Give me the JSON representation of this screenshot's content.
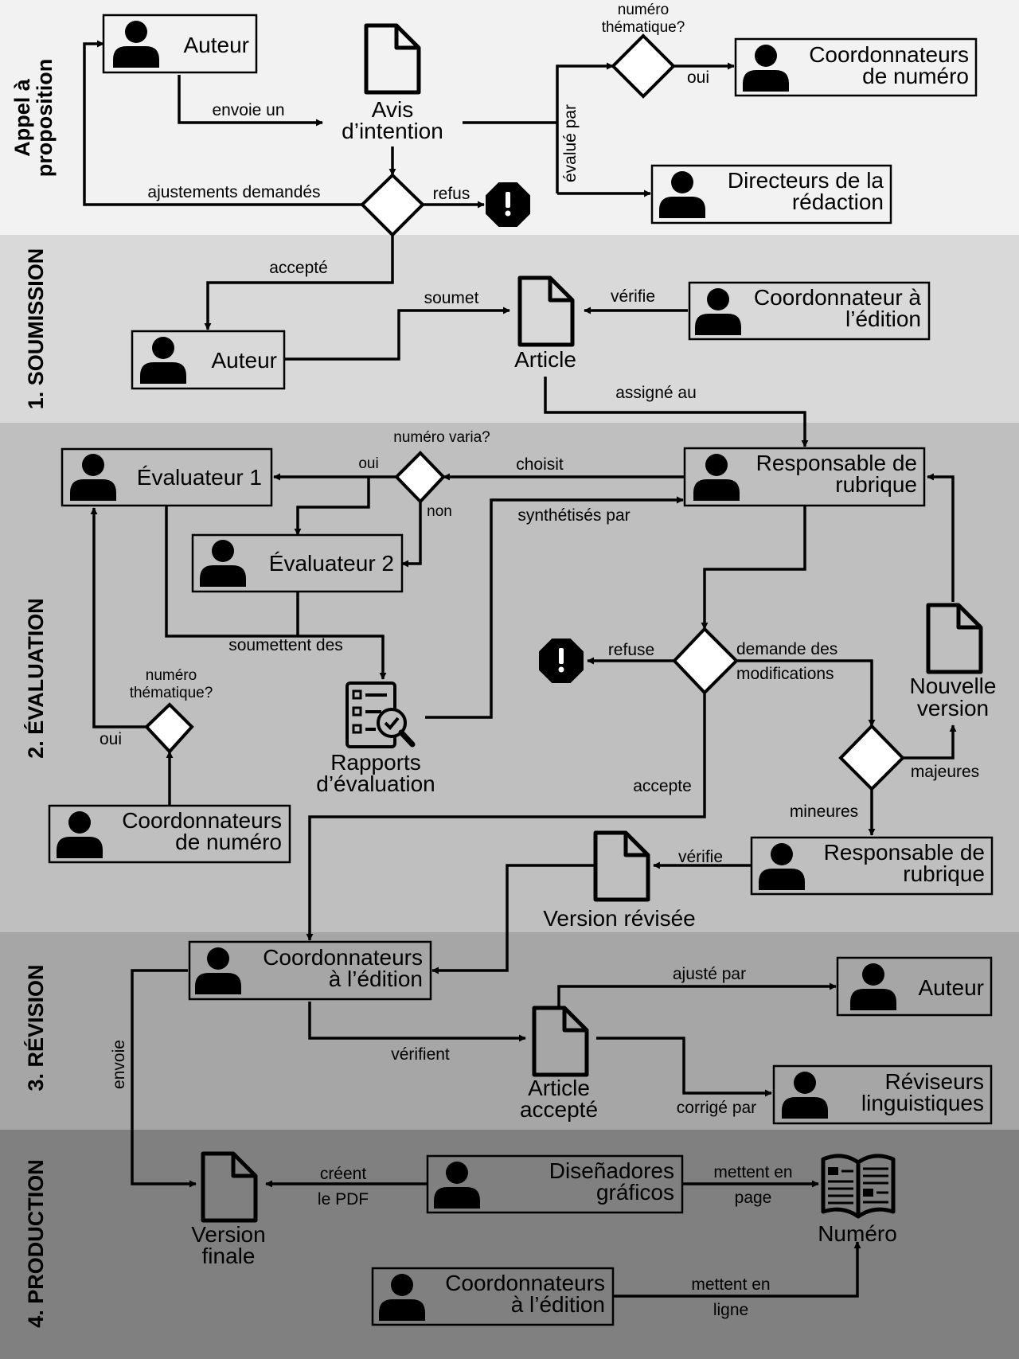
{
  "phases": {
    "appel": [
      "Appel à",
      "proposition"
    ],
    "soumission": "1. SOUMISSION",
    "evaluation": "2. ÉVALUATION",
    "revision": "3. RÉVISION",
    "production": "4. PRODUCTION"
  },
  "phase_colors": [
    "#f2f2f2",
    "#d9d9d9",
    "#bfbfbf",
    "#a6a6a6",
    "#808080"
  ],
  "actors": {
    "auteur_appel": [
      "Auteur"
    ],
    "coord_numero_top": [
      "Coordonnateurs",
      "de numéro"
    ],
    "directeurs": [
      "Directeurs de la",
      "rédaction"
    ],
    "auteur_soumission": [
      "Auteur"
    ],
    "coord_edition_verif": [
      "Coordonnateur à",
      "l’édition"
    ],
    "evaluateur1": [
      "Évaluateur 1"
    ],
    "evaluateur2": [
      "Évaluateur 2"
    ],
    "responsable_eval": [
      "Responsable de",
      "rubrique"
    ],
    "coord_numero_eval": [
      "Coordonnateurs",
      "de numéro"
    ],
    "responsable_mineures": [
      "Responsable de",
      "rubrique"
    ],
    "coord_edition_rev": [
      "Coordonnateurs",
      "à l’édition"
    ],
    "auteur_rev": [
      "Auteur"
    ],
    "reviseurs": [
      "Réviseurs",
      "linguistiques"
    ],
    "disenadores": [
      "Diseñadores",
      "gráficos"
    ],
    "coord_edition_prod": [
      "Coordonnateurs",
      "à l’édition"
    ]
  },
  "documents": {
    "avis": [
      "Avis",
      "d’intention"
    ],
    "article": [
      "Article"
    ],
    "rapports": [
      "Rapports",
      "d’évaluation"
    ],
    "nouvelle_version": [
      "Nouvelle",
      "version"
    ],
    "version_revisee": [
      "Version révisée"
    ],
    "article_accepte": [
      "Article",
      "accepté"
    ],
    "version_finale": [
      "Version",
      "finale"
    ],
    "numero": [
      "Numéro"
    ]
  },
  "decisions": {
    "numero_thematique_top": [
      "numéro",
      "thématique?"
    ],
    "numero_varia": [
      "numéro varia?"
    ],
    "numero_thematique_eval": [
      "numéro",
      "thématique?"
    ]
  },
  "edge_labels": {
    "envoie_un": "envoie un",
    "oui_top": "oui",
    "evalue_par": "évalué par",
    "ajustements": "ajustements demandés",
    "refus": "refus",
    "accepte_top": "accepté",
    "soumet": "soumet",
    "verifie_article": "vérifie",
    "assigne_au": "assigné au",
    "choisit": "choisit",
    "oui_varia": "oui",
    "non_varia": "non",
    "synthetises": "synthétisés par",
    "soumettent": "soumettent des",
    "oui_thematique": "oui",
    "refuse": "refuse",
    "demande_des": [
      "demande des",
      "modifications"
    ],
    "majeures": "majeures",
    "mineures": "mineures",
    "accepte": "accepte",
    "verifie_version": "vérifie",
    "ajuste_par": "ajusté par",
    "verifient": "vérifient",
    "corrige_par": "corrigé par",
    "envoie": "envoie",
    "creent": [
      "créent",
      "le PDF"
    ],
    "mettent_page": [
      "mettent en",
      "page"
    ],
    "mettent_ligne": [
      "mettent en",
      "ligne"
    ]
  },
  "icons": {
    "actor": "person-icon",
    "document": "document-icon",
    "rejection": "stop-alert-icon",
    "reports": "checklist-magnifier-icon",
    "issue": "open-book-icon"
  }
}
